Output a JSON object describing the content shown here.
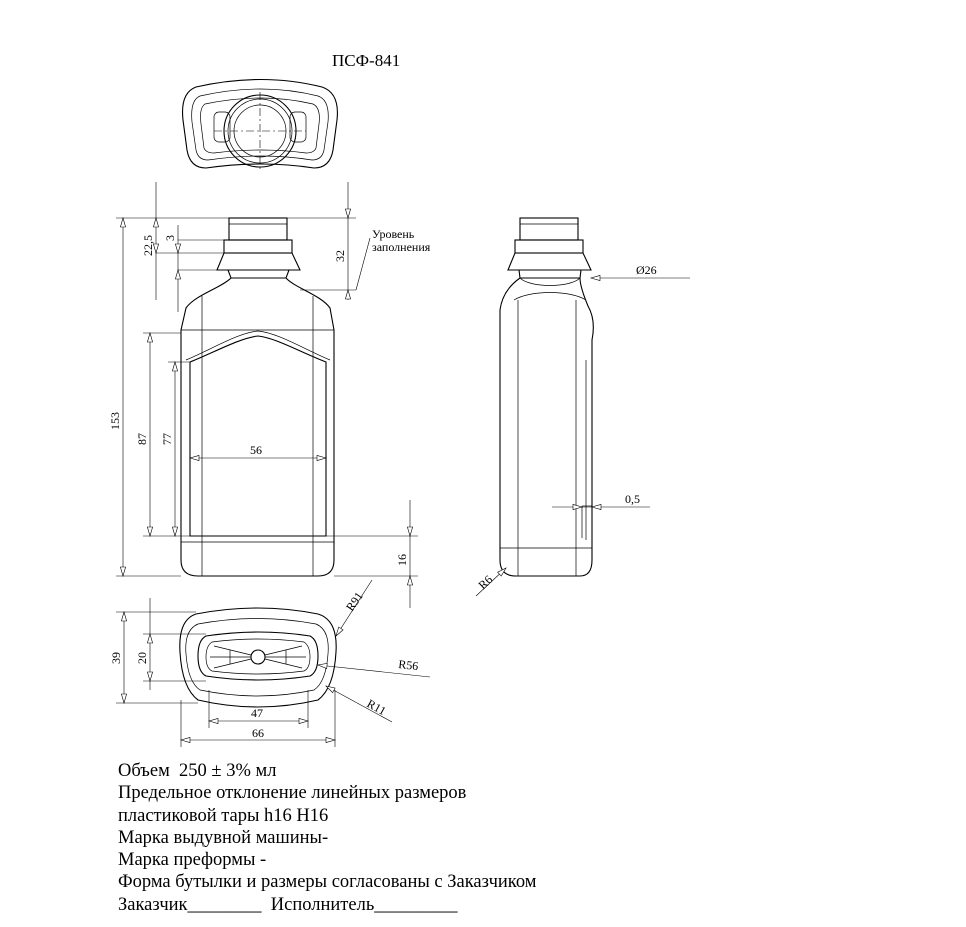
{
  "title": "ПСФ-841",
  "dims": {
    "d22_5": "22,5",
    "d3": "3",
    "d32": "32",
    "d153": "153",
    "d87": "87",
    "d77": "77",
    "d56": "56",
    "d16": "16",
    "d26": "Ø26",
    "d0_5": "0,5",
    "r6": "R6",
    "r91": "R91",
    "r56": "R56",
    "r11": "R11",
    "d39": "39",
    "d20": "20",
    "d47": "47",
    "d66": "66"
  },
  "fill_level": {
    "line1": "Уровень",
    "line2": "заполнения"
  },
  "notes": [
    "Объем  250 ± 3% мл",
    "Предельное отклонение линейных размеров",
    "пластиковой тары h16 H16",
    "Марка выдувной машины-",
    "Марка преформы -",
    "Форма бутылки и размеры согласованы с Заказчиком",
    "Заказчик________  Исполнитель_________"
  ]
}
